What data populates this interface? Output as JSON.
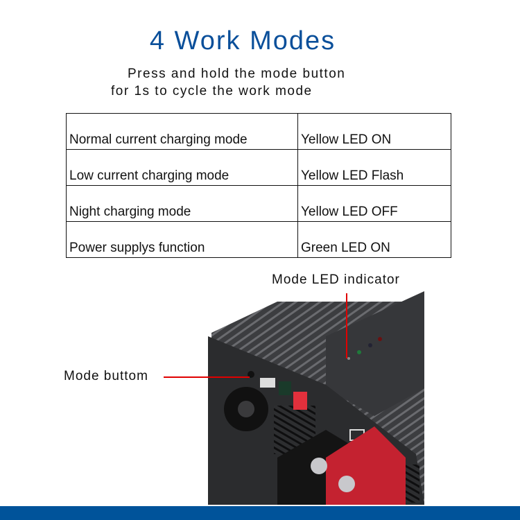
{
  "title": "4 Work Modes",
  "subtitle_line1": "Press and hold the mode button",
  "subtitle_line2": "for 1s to cycle the work mode",
  "modes": [
    {
      "mode": "Normal current charging mode",
      "indicator": "Yellow LED  ON"
    },
    {
      "mode": "Low current charging mode",
      "indicator": "Yellow LED  Flash"
    },
    {
      "mode": "Night charging mode",
      "indicator": "Yellow LED  OFF"
    },
    {
      "mode": "Power supplys function",
      "indicator": "Green LED  ON"
    }
  ],
  "callouts": {
    "led": "Mode LED indicator",
    "button": "Mode buttom"
  },
  "colors": {
    "title": "#0a4f9a",
    "bar": "#00539a",
    "callout_line": "#e00000"
  }
}
